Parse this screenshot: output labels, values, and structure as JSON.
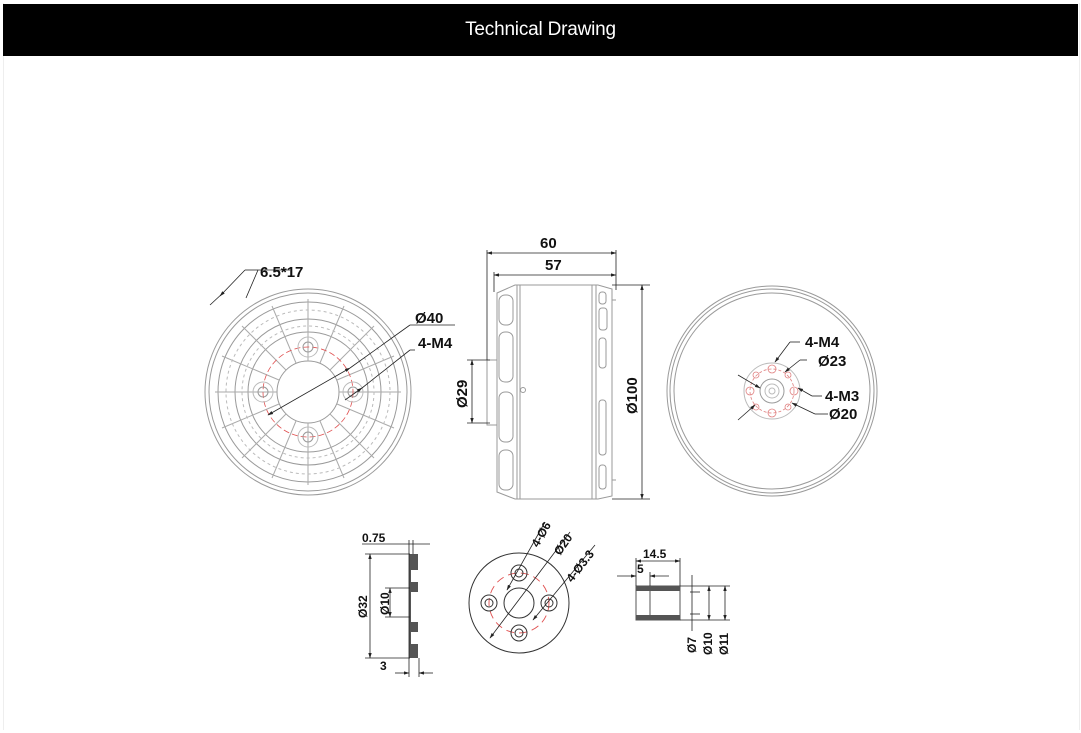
{
  "header": {
    "title": "Technical Drawing",
    "background": "#000000",
    "text_color": "#ffffff"
  },
  "colors": {
    "line": "#9a9a9a",
    "dimension": "#222222",
    "centerline": "#e05050",
    "fill_dark": "#555555"
  },
  "views": {
    "front_view": {
      "slot_label": "6.5*17",
      "bolt_circle_label": "Ø40",
      "thread_label": "4-M4"
    },
    "side_view": {
      "overall_length": "60",
      "body_length": "57",
      "diameter": "Ø100",
      "shaft_boss_diameter": "Ø29"
    },
    "rear_view": {
      "thread_outer_label": "4-M4",
      "outer_circle_label": "Ø23",
      "thread_inner_label": "4-M3",
      "inner_circle_label": "Ø20"
    },
    "prop_adapter_side": {
      "chamfer": "0.75",
      "outer_diameter": "Ø32",
      "bore_diameter": "Ø10",
      "thickness": "3"
    },
    "prop_adapter_front": {
      "counterbore": "4-Ø6",
      "bolt_circle": "Ø20",
      "hole": "4-Ø3.3"
    },
    "spacer": {
      "length": "14.5",
      "step": "5",
      "inner_diameter": "Ø7",
      "mid_diameter": "Ø10",
      "outer_diameter": "Ø11"
    }
  }
}
